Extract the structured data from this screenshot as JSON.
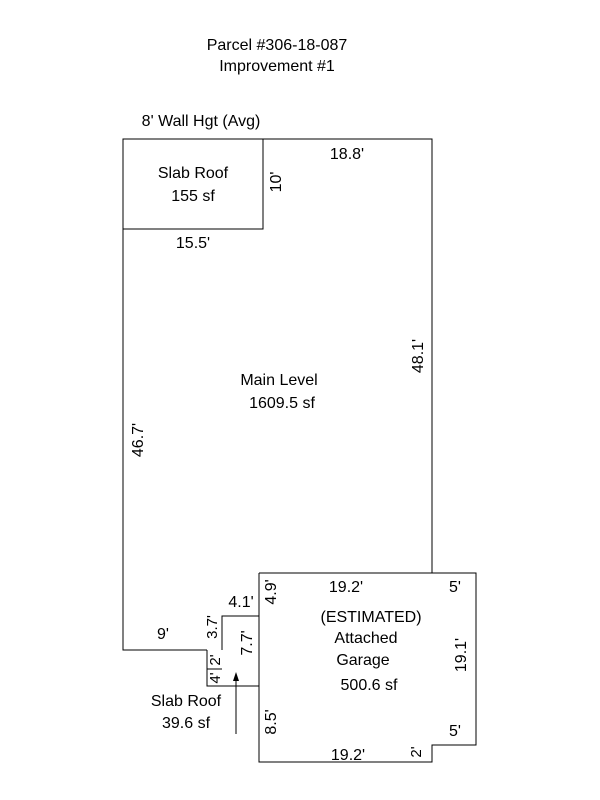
{
  "header": {
    "parcel": "Parcel #306-18-087",
    "improvement": "Improvement #1"
  },
  "wall_height": "8' Wall Hgt (Avg)",
  "areas": {
    "slab_roof_top": {
      "name": "Slab Roof",
      "area": "155 sf"
    },
    "main_level": {
      "name": "Main Level",
      "area": "1609.5 sf"
    },
    "garage": {
      "status": "(ESTIMATED)",
      "name_line1": "Attached",
      "name_line2": "Garage",
      "area": "500.6 sf"
    },
    "slab_roof_small": {
      "name": "Slab Roof",
      "area": "39.6 sf"
    }
  },
  "dimensions": {
    "main_top": "18.8'",
    "slab_side": "10'",
    "slab_bottom": "15.5'",
    "main_right": "48.1'",
    "main_left": "46.7'",
    "main_bottom": "9'",
    "notch_3_7": "3.7'",
    "notch_2": "2'",
    "notch_4": "4'",
    "notch_4_1": "4.1'",
    "notch_4_9": "4.9'",
    "notch_7_7": "7.7'",
    "garage_top": "19.2'",
    "garage_top_right": "5'",
    "garage_right": "19.1'",
    "garage_bottom_right": "5'",
    "garage_left_bottom": "8.5'",
    "garage_bottom": "19.2'",
    "garage_corner": "2'"
  },
  "colors": {
    "ink": "#000000",
    "background": "#ffffff"
  }
}
